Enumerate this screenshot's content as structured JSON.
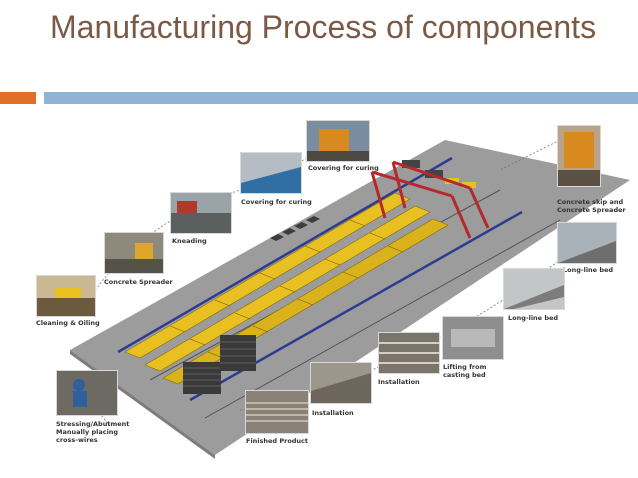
{
  "slide": {
    "title": "Manufacturing  Process of components"
  },
  "diagram": {
    "stages": [
      {
        "id": "cleaning-oiling",
        "label": "Cleaning & Oiling"
      },
      {
        "id": "concrete-spreader",
        "label": "Concrete Spreader"
      },
      {
        "id": "kneading",
        "label": "Kneading"
      },
      {
        "id": "covering-for-curing-1",
        "label": "Covering for curing"
      },
      {
        "id": "covering-for-curing-2",
        "label": "Covering for curing"
      },
      {
        "id": "concrete-skip",
        "label": "Concrete skip and\nConcrete Spreader"
      },
      {
        "id": "long-line-bed-1",
        "label": "Long-line bed"
      },
      {
        "id": "long-line-bed-2",
        "label": "Long-line bed"
      },
      {
        "id": "lifting",
        "label": "Lifting from\ncasting bed"
      },
      {
        "id": "installation-1",
        "label": "Installation"
      },
      {
        "id": "installation-2",
        "label": "Installation"
      },
      {
        "id": "finished-product",
        "label": "Finished Product"
      },
      {
        "id": "stressing",
        "label": "Stressing/Abutment\nManually placing\ncross-wires"
      }
    ]
  },
  "colors": {
    "title": "#7b5a45",
    "accent_orange": "#e06f2a",
    "accent_blue": "#8fb3d3",
    "floor": "#9c9c9c",
    "bed_yellow": "#e8c021",
    "rail_blue": "#2c3d8f",
    "gantry_red": "#b5282b"
  }
}
